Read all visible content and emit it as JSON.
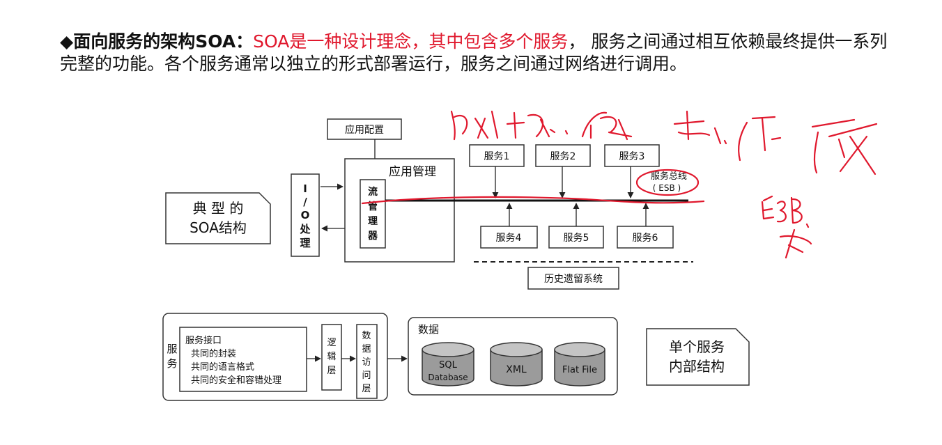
{
  "intro": {
    "bullet": "◆",
    "lead": "面向服务的架构SOA：",
    "highlight": "SOA是一种设计理念，其中包含多个服务",
    "rest": "， 服务之间通过相互依赖最终提供一系列完整的功能。各个服务通常以独立的形式部署运行，服务之间通过网络进行调用。"
  },
  "typical": {
    "label_line1": "典 型 的",
    "label_line2": "SOA结构",
    "io_box": [
      "I",
      "/",
      "O",
      "处",
      "理"
    ],
    "app_config": "应用配置",
    "app_manage": "应用管理",
    "flow_manager": [
      "流",
      "管",
      "理",
      "器"
    ],
    "services_top": [
      "服务1",
      "服务2",
      "服务3"
    ],
    "services_bottom": [
      "服务4",
      "服务5",
      "服务6"
    ],
    "esb_line1": "服务总线",
    "esb_line2": "( ESB )",
    "legacy": "历史遗留系统"
  },
  "single": {
    "label_line1": "单个服务",
    "label_line2": "内部结构",
    "service_side": [
      "服",
      "务"
    ],
    "interface_lines": [
      "服务接口",
      "共同的封装",
      "共同的语言格式",
      "共同的安全和容错处理"
    ],
    "logic_layer": [
      "逻",
      "辑",
      "层"
    ],
    "data_access": [
      "数",
      "据",
      "访",
      "问",
      "层"
    ],
    "data_title": "数据",
    "db1_line1": "SQL",
    "db1_line2": "Database",
    "db2": "XML",
    "db3": "Flat File"
  },
  "annotations": {
    "ink_color": "#e0182d"
  }
}
